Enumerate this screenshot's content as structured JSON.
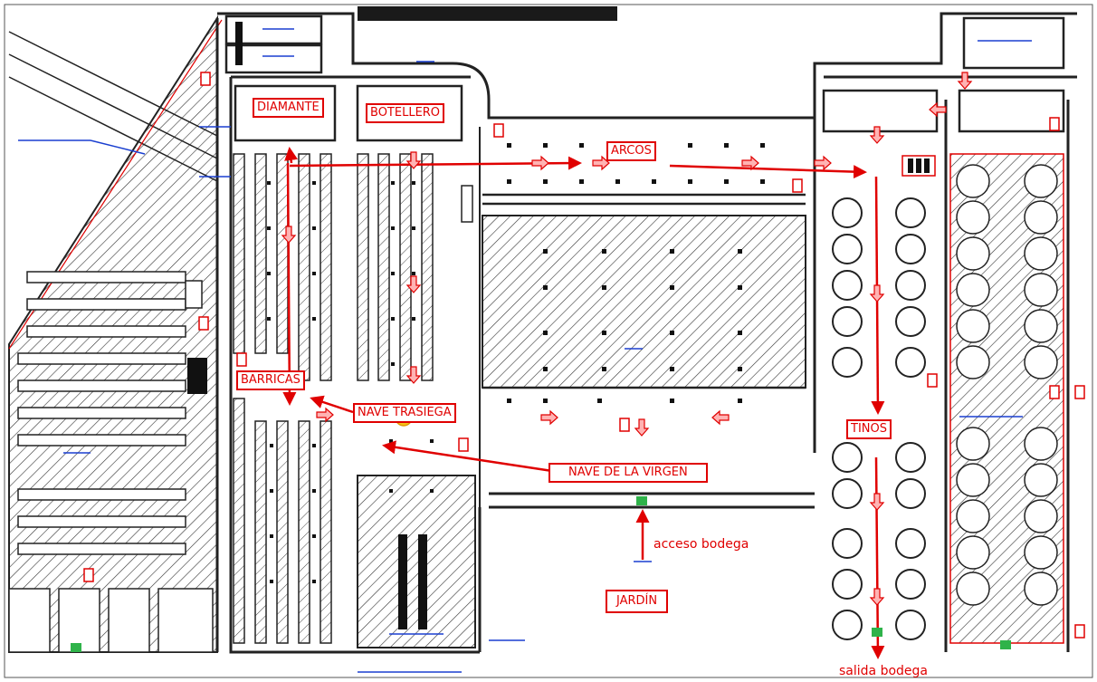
{
  "labels": {
    "diamante": "DIAMANTE",
    "botellero": "BOTELLERO",
    "arcos": "ARCOS",
    "barricas": "BARRICAS",
    "nave_trasiega": "NAVE TRASIEGA",
    "tinos": "TINOS",
    "nave_virgen": "NAVE DE LA VIRGEN",
    "jardin": "JARDÍN"
  },
  "annotations": {
    "acceso": "acceso bodega",
    "salida": "salida bodega"
  },
  "colors": {
    "wall": "#222222",
    "route": "#e00000",
    "blueprint": "#1a3fd0",
    "hatch": "#333333",
    "exit": "#2fb34a"
  }
}
